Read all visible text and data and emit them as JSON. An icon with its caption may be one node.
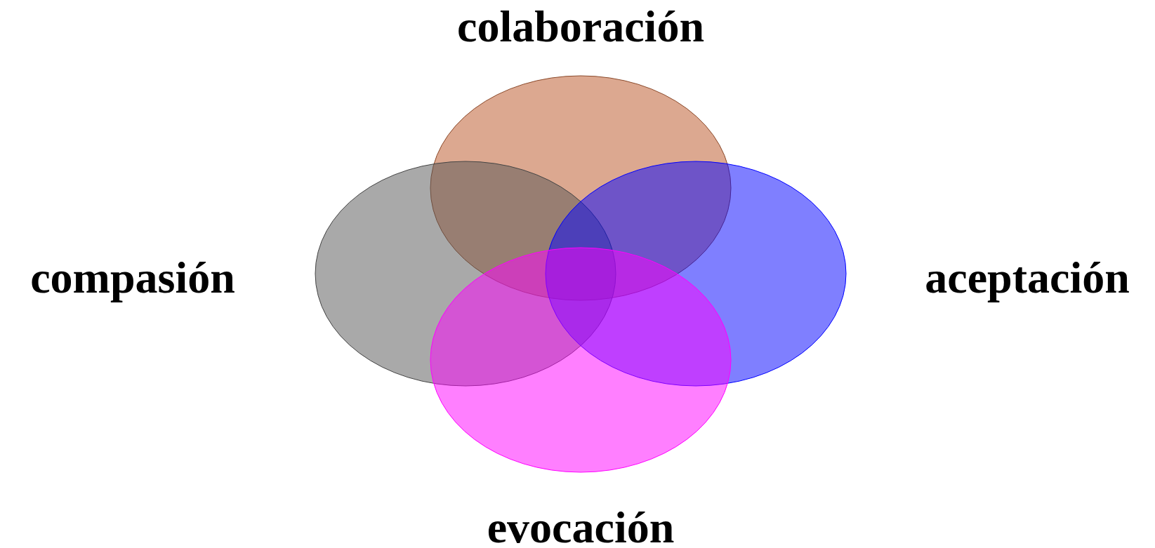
{
  "diagram": {
    "nodes": [
      {
        "text": [
          "colaboración"
        ]
      },
      {
        "text": [
          "compasión"
        ]
      },
      {
        "text": [
          "aceptación"
        ]
      },
      {
        "text": [
          "evocación"
        ]
      }
    ]
  }
}
